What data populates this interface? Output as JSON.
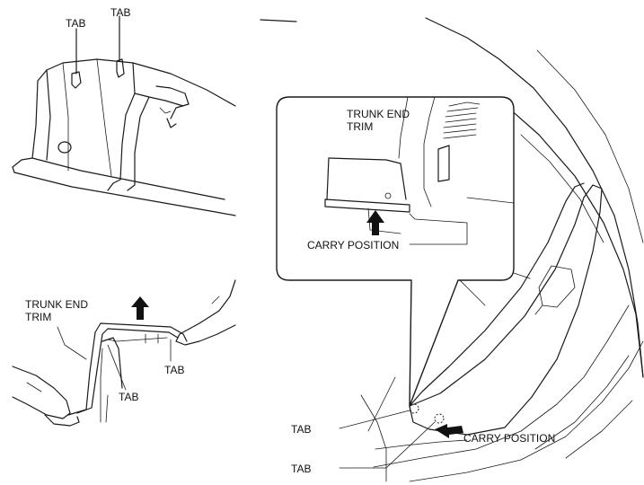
{
  "labels": {
    "tab": "TAB",
    "trunk_end_trim_line1": "TRUNK END",
    "trunk_end_trim_line2": "TRIM",
    "carry_position": "CARRY POSITION"
  },
  "colors": {
    "line": "#1a1a1a",
    "background": "#ffffff"
  },
  "icons": [
    "up-arrow-icon",
    "left-arrow-icon",
    "dashed-circle-icon"
  ]
}
